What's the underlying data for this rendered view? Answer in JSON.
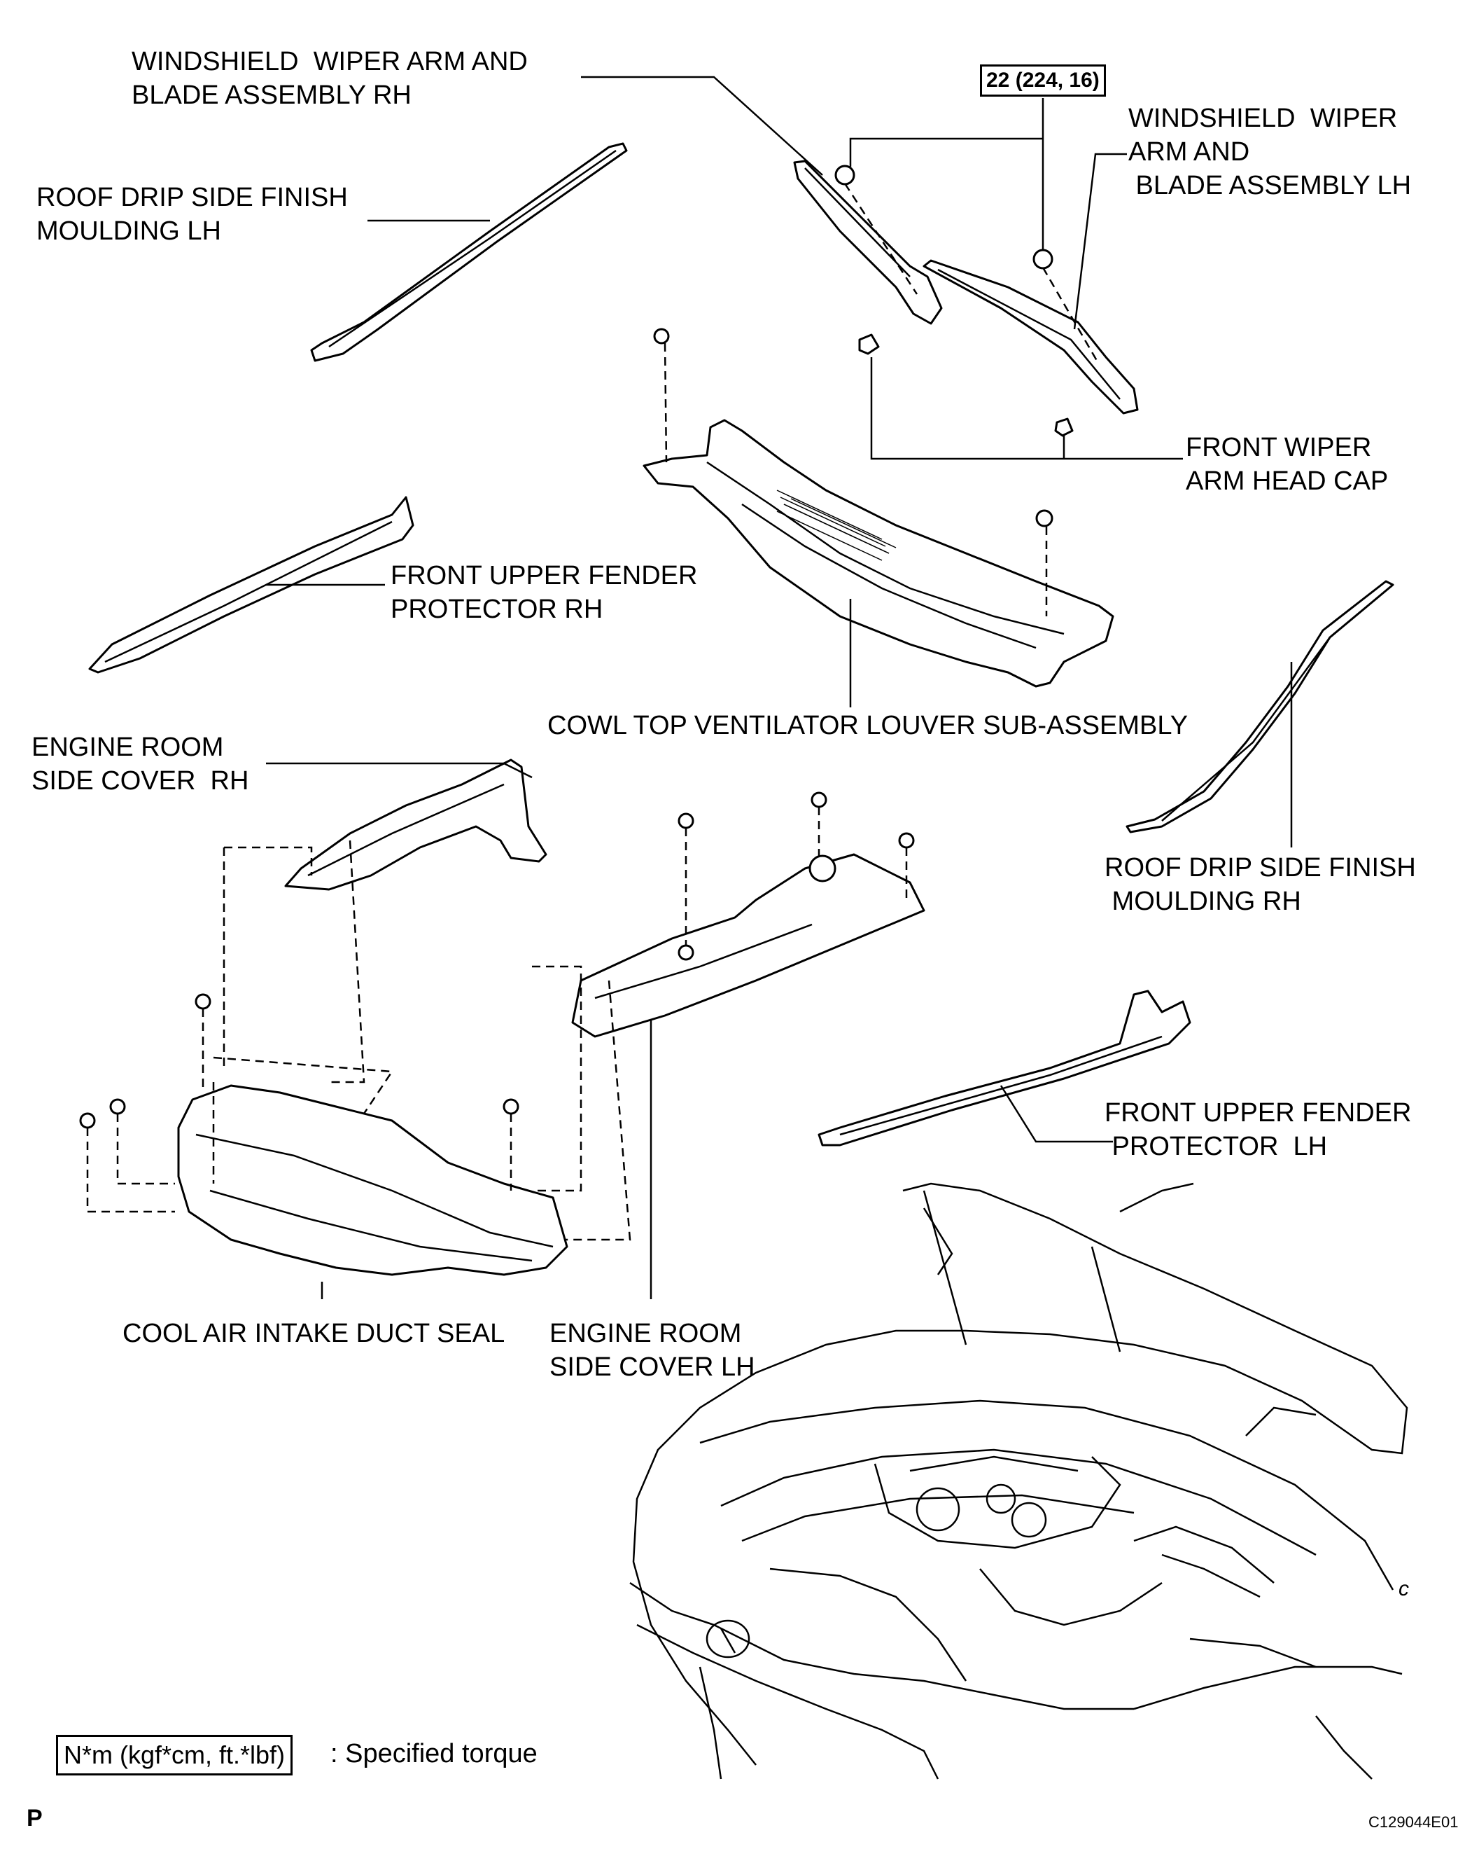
{
  "labels": {
    "wiper_rh": "WINDSHIELD  WIPER ARM AND\nBLADE ASSEMBLY RH",
    "wiper_lh": "WINDSHIELD  WIPER\nARM AND\n BLADE ASSEMBLY LH",
    "roof_drip_lh": "ROOF DRIP SIDE FINISH\nMOULDING LH",
    "head_cap": "FRONT WIPER\nARM HEAD CAP",
    "fender_rh": "FRONT UPPER FENDER\nPROTECTOR RH",
    "cowl": "COWL TOP VENTILATOR LOUVER SUB-ASSEMBLY",
    "engine_cover_rh": "ENGINE ROOM\nSIDE COVER  RH",
    "roof_drip_rh": "ROOF DRIP SIDE FINISH\n MOULDING RH",
    "fender_lh": "FRONT UPPER FENDER\n PROTECTOR  LH",
    "duct_seal": "COOL AIR INTAKE DUCT SEAL",
    "engine_cover_lh": "ENGINE ROOM\nSIDE COVER LH"
  },
  "torque": "22 (224, 16)",
  "legend": {
    "units": "N*m (kgf*cm, ft.*lbf)",
    "text": ": Specified torque"
  },
  "corner_code": "P",
  "figure_id": "C129044E01",
  "small_mark": "c"
}
